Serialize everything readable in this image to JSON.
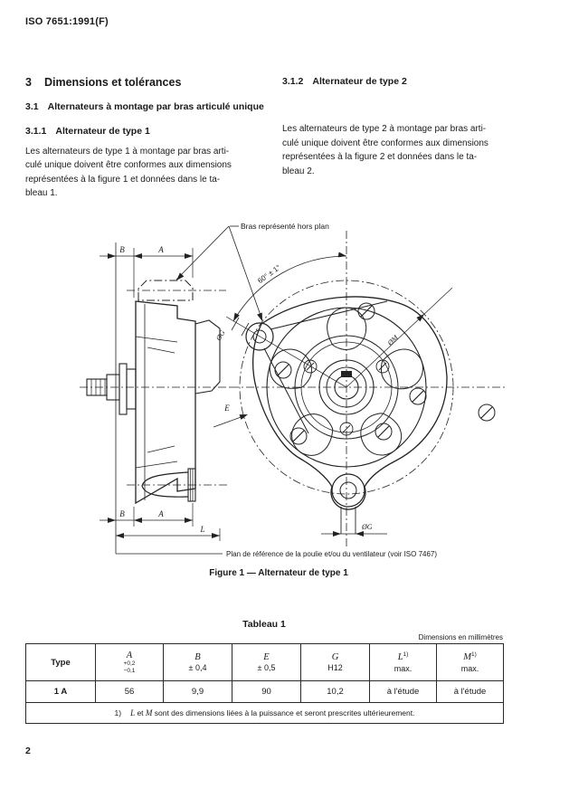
{
  "page": {
    "header": "ISO 7651:1991(F)",
    "number": "2"
  },
  "sections": {
    "s3": {
      "num": "3",
      "title": "Dimensions et tolérances"
    },
    "s31": {
      "num": "3.1",
      "title": "Alternateurs à montage par bras articulé unique"
    },
    "s311": {
      "num": "3.1.1",
      "title": "Alternateur de type 1"
    },
    "s312": {
      "num": "3.1.2",
      "title": "Alternateur de type 2"
    },
    "p1": "Les alternateurs de type 1 à montage par bras arti-\nculé unique doivent être conformes aux dimensions\nreprésentées à la figure 1 et données dans le ta-\nbleau 1.",
    "p2": "Les alternateurs de type 2 à montage par bras arti-\nculé unique doivent être conformes aux dimensions\nreprésentées à la figure 2 et données dans le ta-\nbleau 2."
  },
  "figure": {
    "caption": "Figure 1 — Alternateur de type 1",
    "labels": {
      "bras": "Bras représenté hors plan",
      "angle": "60° ± 1°",
      "dia_g_upper": "ØG",
      "dia_g_lower": "ØG",
      "dia_m": "ØM",
      "e": "E",
      "a_top": "A",
      "b_top": "B",
      "a_bot": "A",
      "b_bot": "B",
      "l": "L",
      "plan": "Plan de référence de la poulie et/ou du ventilateur (voir ISO 7467)"
    }
  },
  "table": {
    "title": "Tableau 1",
    "units": "Dimensions en millimètres",
    "head_type": "Type",
    "cols": [
      {
        "sym": "A",
        "tol_top": "+0,2",
        "tol_bot": "−0,1"
      },
      {
        "sym": "B",
        "tol": "± 0,4"
      },
      {
        "sym": "E",
        "tol": "± 0,5"
      },
      {
        "sym": "G",
        "tol": "H12"
      },
      {
        "sym": "L",
        "sup": "1)",
        "tol": "max."
      },
      {
        "sym": "M",
        "sup": "1)",
        "tol": "max."
      }
    ],
    "row": {
      "type": "1 A",
      "a": "56",
      "b": "9,9",
      "e": "90",
      "g": "10,2",
      "l": "à l'étude",
      "m": "à l'étude"
    },
    "footnote": {
      "num": "1)",
      "l": "L",
      "et": " et ",
      "m": "M",
      "rest": " sont des dimensions liées à la puissance et seront prescrites ultérieurement."
    }
  }
}
